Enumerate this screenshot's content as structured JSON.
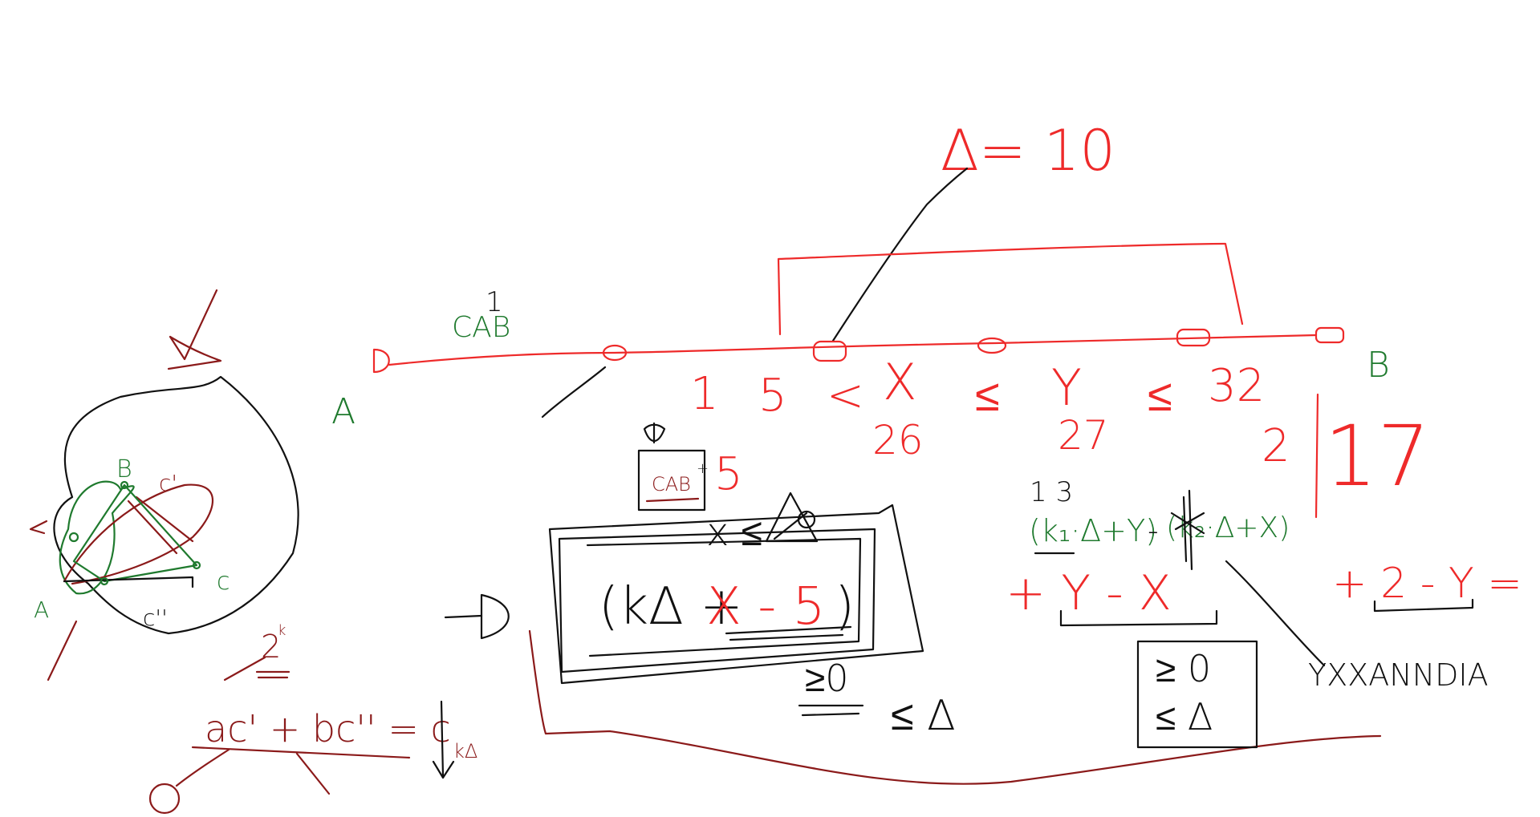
{
  "colors": {
    "black": "#111111",
    "red": "#ee2a2a",
    "green": "#1f7a2e",
    "dark_red": "#8b1a1a",
    "background": "#ffffff"
  },
  "top_annotation": {
    "delta_eq": "Δ= 10"
  },
  "line_labels": {
    "endpoint_a": "A",
    "endpoint_b": "B",
    "segment_label": "CAB",
    "segment_label_sup": "1"
  },
  "inequality_row": {
    "one": "1",
    "five": "5",
    "lt1": "<",
    "x": "X",
    "le1": "≤",
    "y": "Y",
    "le2": "≤",
    "thirty_two": "32",
    "twenty_six": "26",
    "twenty_seven": "27"
  },
  "division": {
    "two": "2",
    "seventeen": "17"
  },
  "middle": {
    "small_box_label": "CAB",
    "small_box_plus": "+",
    "five": "5",
    "x_le": "x ≤",
    "k_delta_plus": "(kΔ +",
    "x_minus": "X - 5",
    "close_paren": ")",
    "ge_zero": "≥0",
    "le_delta": "≤ Δ"
  },
  "right_expr": {
    "top_nums": "1 3",
    "expr_left": "(k₁·Δ+Y)",
    "expr_minus": "-",
    "expr_right": "(k₂·Δ+X)",
    "plus_y_minus_x": "+ Y - X",
    "box_line1": "≥ 0",
    "box_line2": "≤ Δ",
    "plus_2_minus_y": "+ 2 - Y = 17",
    "scribble": "YXXANNDIA"
  },
  "left_diagram": {
    "b": "B",
    "c_prime": "c'",
    "c_letter": "c",
    "a": "A",
    "c_dbl": "c''",
    "two_k": "2",
    "two_k_sup": "k",
    "formula": "ac' + bc'' = c",
    "arrow_label": "kΔ"
  }
}
